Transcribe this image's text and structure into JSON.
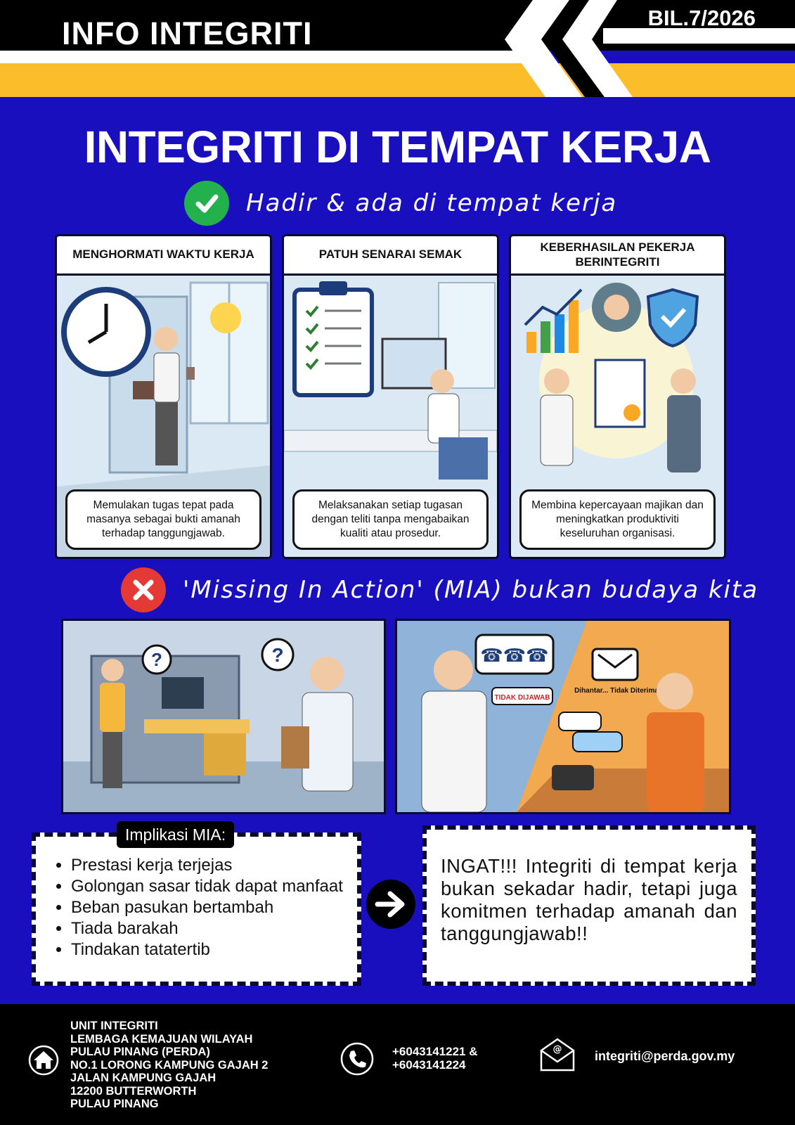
{
  "header": {
    "title": "INFO INTEGRITI",
    "issue": "BIL.7/2026",
    "colors": {
      "black": "#000000",
      "yellow": "#fbbd2a",
      "blue": "#1a0fbf"
    }
  },
  "main_title": "INTEGRITI DI TEMPAT KERJA",
  "section_do": {
    "icon": "check-icon",
    "text": "Hadir & ada di tempat kerja",
    "panels": [
      {
        "title": "MENGHORMATI WAKTU KERJA",
        "caption": "Memulakan tugas tepat pada masanya sebagai bukti amanah terhadap tanggungjawab."
      },
      {
        "title": "PATUH SENARAI SEMAK",
        "caption": "Melaksanakan setiap tugasan dengan teliti tanpa mengabaikan kualiti atau prosedur."
      },
      {
        "title": "KEBERHASILAN PEKERJA BERINTEGRITI",
        "caption": "Membina kepercayaan majikan dan meningkatkan produktiviti keseluruhan organisasi."
      }
    ]
  },
  "section_dont": {
    "icon": "cross-icon",
    "text": "'Missing In Action' (MIA) bukan budaya kita",
    "scene2": {
      "tag_unanswered": "TIDAK DIJAWAB",
      "tag_sent": "Dihantar... Tidak Diterima"
    }
  },
  "implications": {
    "label": "Implikasi MIA:",
    "items": [
      "Prestasi kerja terjejas",
      "Golongan sasar tidak dapat manfaat",
      "Beban pasukan bertambah",
      "Tiada barakah",
      "Tindakan tatatertib"
    ]
  },
  "reminder": "INGAT!!! Integriti di tempat kerja bukan sekadar hadir, tetapi juga komitmen terhadap amanah dan tanggungjawab!!",
  "footer": {
    "address_lines": [
      "UNIT INTEGRITI",
      "LEMBAGA KEMAJUAN WILAYAH",
      "PULAU PINANG (PERDA)",
      "NO.1 LORONG KAMPUNG GAJAH 2",
      "JALAN KAMPUNG GAJAH",
      "12200 BUTTERWORTH",
      "PULAU PINANG"
    ],
    "phone_lines": [
      "+6043141221 &",
      "+6043141224"
    ],
    "email": "integriti@perda.gov.my"
  }
}
